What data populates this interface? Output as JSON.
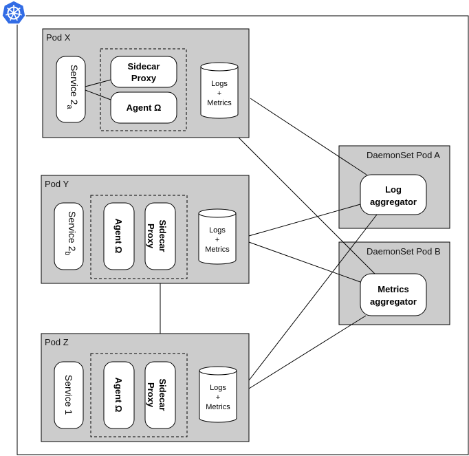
{
  "pods": {
    "x": {
      "label": "Pod X",
      "service": "Service 2",
      "service_sub": "a",
      "sidecar": [
        "Sidecar",
        "Proxy"
      ],
      "agent": "Agent Ω",
      "storage": [
        "Logs",
        "+",
        "Metrics"
      ]
    },
    "y": {
      "label": "Pod Y",
      "service": "Service 2",
      "service_sub": "b",
      "sidecar": [
        "Sidecar",
        "Proxy"
      ],
      "agent": "Agent Ω",
      "storage": [
        "Logs",
        "+",
        "Metrics"
      ]
    },
    "z": {
      "label": "Pod Z",
      "service": "Service 1",
      "sidecar": [
        "Sidecar",
        "Proxy"
      ],
      "agent": "Agent Ω",
      "storage": [
        "Logs",
        "+",
        "Metrics"
      ]
    }
  },
  "daemonsets": {
    "a": {
      "label": "DaemonSet Pod A",
      "aggregator": [
        "Log",
        "aggregator"
      ]
    },
    "b": {
      "label": "DaemonSet Pod B",
      "aggregator": [
        "Metrics",
        "aggregator"
      ]
    }
  },
  "logo_icon": "kubernetes-wheel-icon",
  "colors": {
    "pod_fill": "#cccccc",
    "logo_blue": "#326ce5",
    "stroke": "#000000"
  }
}
